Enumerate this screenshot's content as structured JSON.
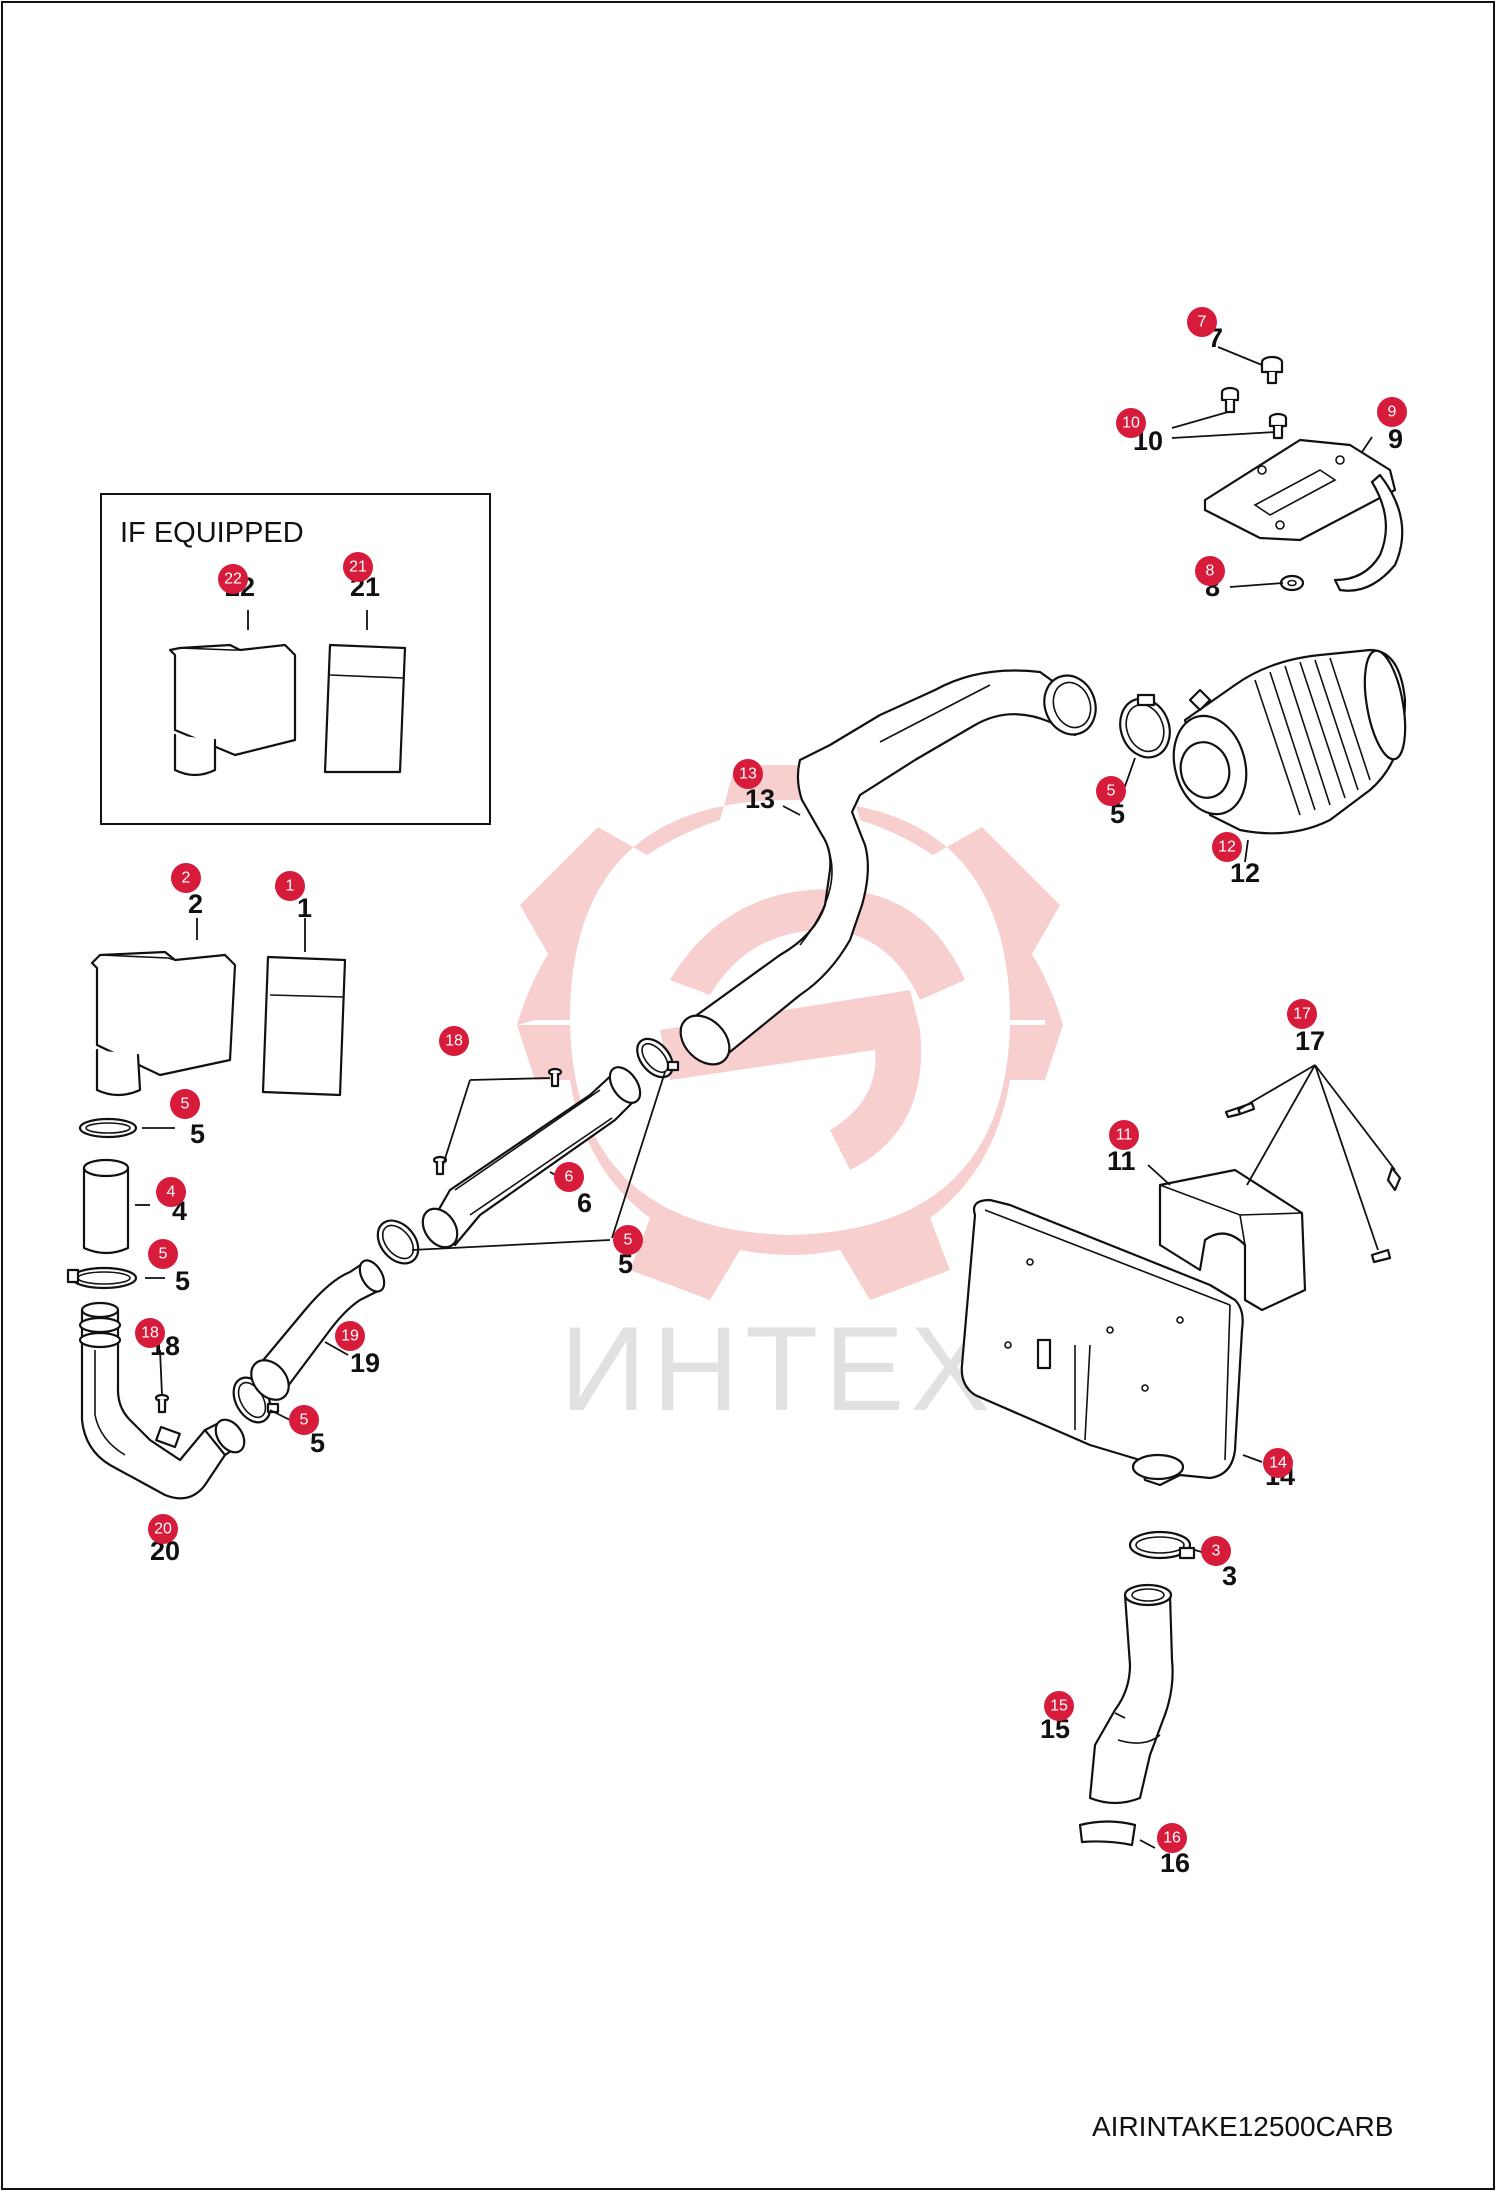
{
  "inset": {
    "title": "IF EQUIPPED"
  },
  "diagram_code": "AIRINTAKE12500CARB",
  "watermark": "ИНТЕХ",
  "colors": {
    "callout": "#d71b3b",
    "watermark": "#f4b5b5",
    "line": "#111111"
  },
  "callouts": [
    {
      "id": "7",
      "label": "7"
    },
    {
      "id": "10",
      "label": "10"
    },
    {
      "id": "9",
      "label": "9"
    },
    {
      "id": "8",
      "label": "8"
    },
    {
      "id": "22",
      "label": "22"
    },
    {
      "id": "21",
      "label": "21"
    },
    {
      "id": "13",
      "label": "13"
    },
    {
      "id": "5a",
      "label": "5"
    },
    {
      "id": "12",
      "label": "12"
    },
    {
      "id": "2",
      "label": "2"
    },
    {
      "id": "1",
      "label": "1"
    },
    {
      "id": "18a",
      "label": "18"
    },
    {
      "id": "17",
      "label": "17"
    },
    {
      "id": "5b",
      "label": "5"
    },
    {
      "id": "11",
      "label": "11"
    },
    {
      "id": "4",
      "label": "4"
    },
    {
      "id": "6",
      "label": "6"
    },
    {
      "id": "5c",
      "label": "5"
    },
    {
      "id": "5d",
      "label": "5"
    },
    {
      "id": "18b",
      "label": "18"
    },
    {
      "id": "19",
      "label": "19"
    },
    {
      "id": "5e",
      "label": "5"
    },
    {
      "id": "14",
      "label": "14"
    },
    {
      "id": "20",
      "label": "20"
    },
    {
      "id": "3",
      "label": "3"
    },
    {
      "id": "15",
      "label": "15"
    },
    {
      "id": "16",
      "label": "16"
    }
  ],
  "part_numbers": [
    {
      "id": "7",
      "label": "7"
    },
    {
      "id": "10",
      "label": "10"
    },
    {
      "id": "9",
      "label": "9"
    },
    {
      "id": "8",
      "label": "8"
    },
    {
      "id": "22",
      "label": "22"
    },
    {
      "id": "21",
      "label": "21"
    },
    {
      "id": "13",
      "label": "13"
    },
    {
      "id": "5a",
      "label": "5"
    },
    {
      "id": "12",
      "label": "12"
    },
    {
      "id": "2",
      "label": "2"
    },
    {
      "id": "1",
      "label": "1"
    },
    {
      "id": "17",
      "label": "17"
    },
    {
      "id": "5b",
      "label": "5"
    },
    {
      "id": "11",
      "label": "11"
    },
    {
      "id": "4",
      "label": "4"
    },
    {
      "id": "6",
      "label": "6"
    },
    {
      "id": "5c",
      "label": "5"
    },
    {
      "id": "5d",
      "label": "5"
    },
    {
      "id": "18b",
      "label": "18"
    },
    {
      "id": "19",
      "label": "19"
    },
    {
      "id": "5e",
      "label": "5"
    },
    {
      "id": "14",
      "label": "14"
    },
    {
      "id": "20",
      "label": "20"
    },
    {
      "id": "3",
      "label": "3"
    },
    {
      "id": "15",
      "label": "15"
    },
    {
      "id": "16",
      "label": "16"
    }
  ]
}
